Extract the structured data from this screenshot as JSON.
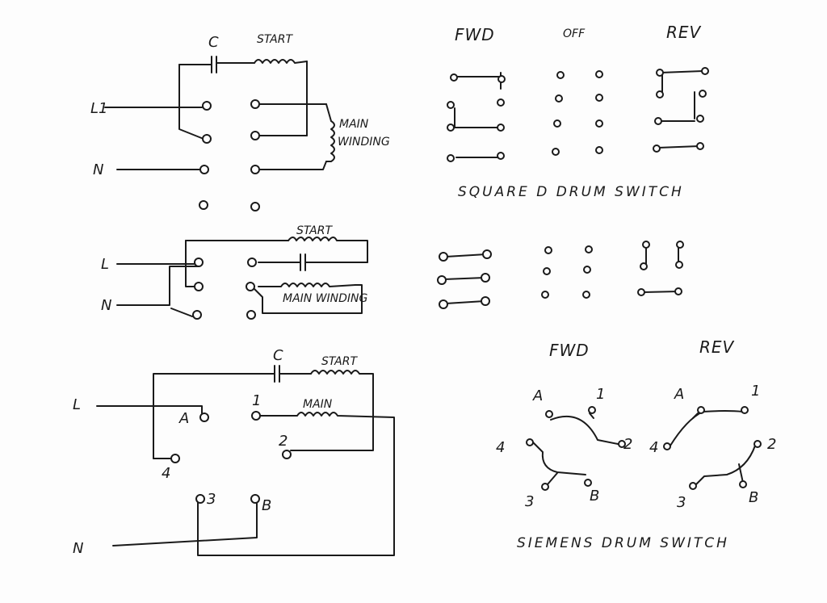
{
  "diagram1": {
    "cap": "C",
    "start": "START",
    "main_winding": [
      "MAIN",
      "WINDING"
    ],
    "line1": "L1",
    "neutral": "N"
  },
  "diagram2": {
    "start": "START",
    "line": "L",
    "neutral": "N",
    "main_winding": "MAIN WINDING"
  },
  "diagram3": {
    "cap": "C",
    "start": "START",
    "main": "MAIN",
    "line": "L",
    "neutral": "N",
    "terminals": {
      "a": "A",
      "one": "1",
      "two": "2",
      "three": "3",
      "four": "4",
      "b": "B"
    }
  },
  "square_d": {
    "headers": [
      "FWD",
      "OFF",
      "REV"
    ],
    "title": "SQUARE D DRUM SWITCH"
  },
  "siemens": {
    "headers": [
      "FWD",
      "REV"
    ],
    "labels": {
      "a": "A",
      "one": "1",
      "two": "2",
      "three": "3",
      "four": "4",
      "b": "B"
    },
    "title": "SIEMENS DRUM SWITCH"
  }
}
